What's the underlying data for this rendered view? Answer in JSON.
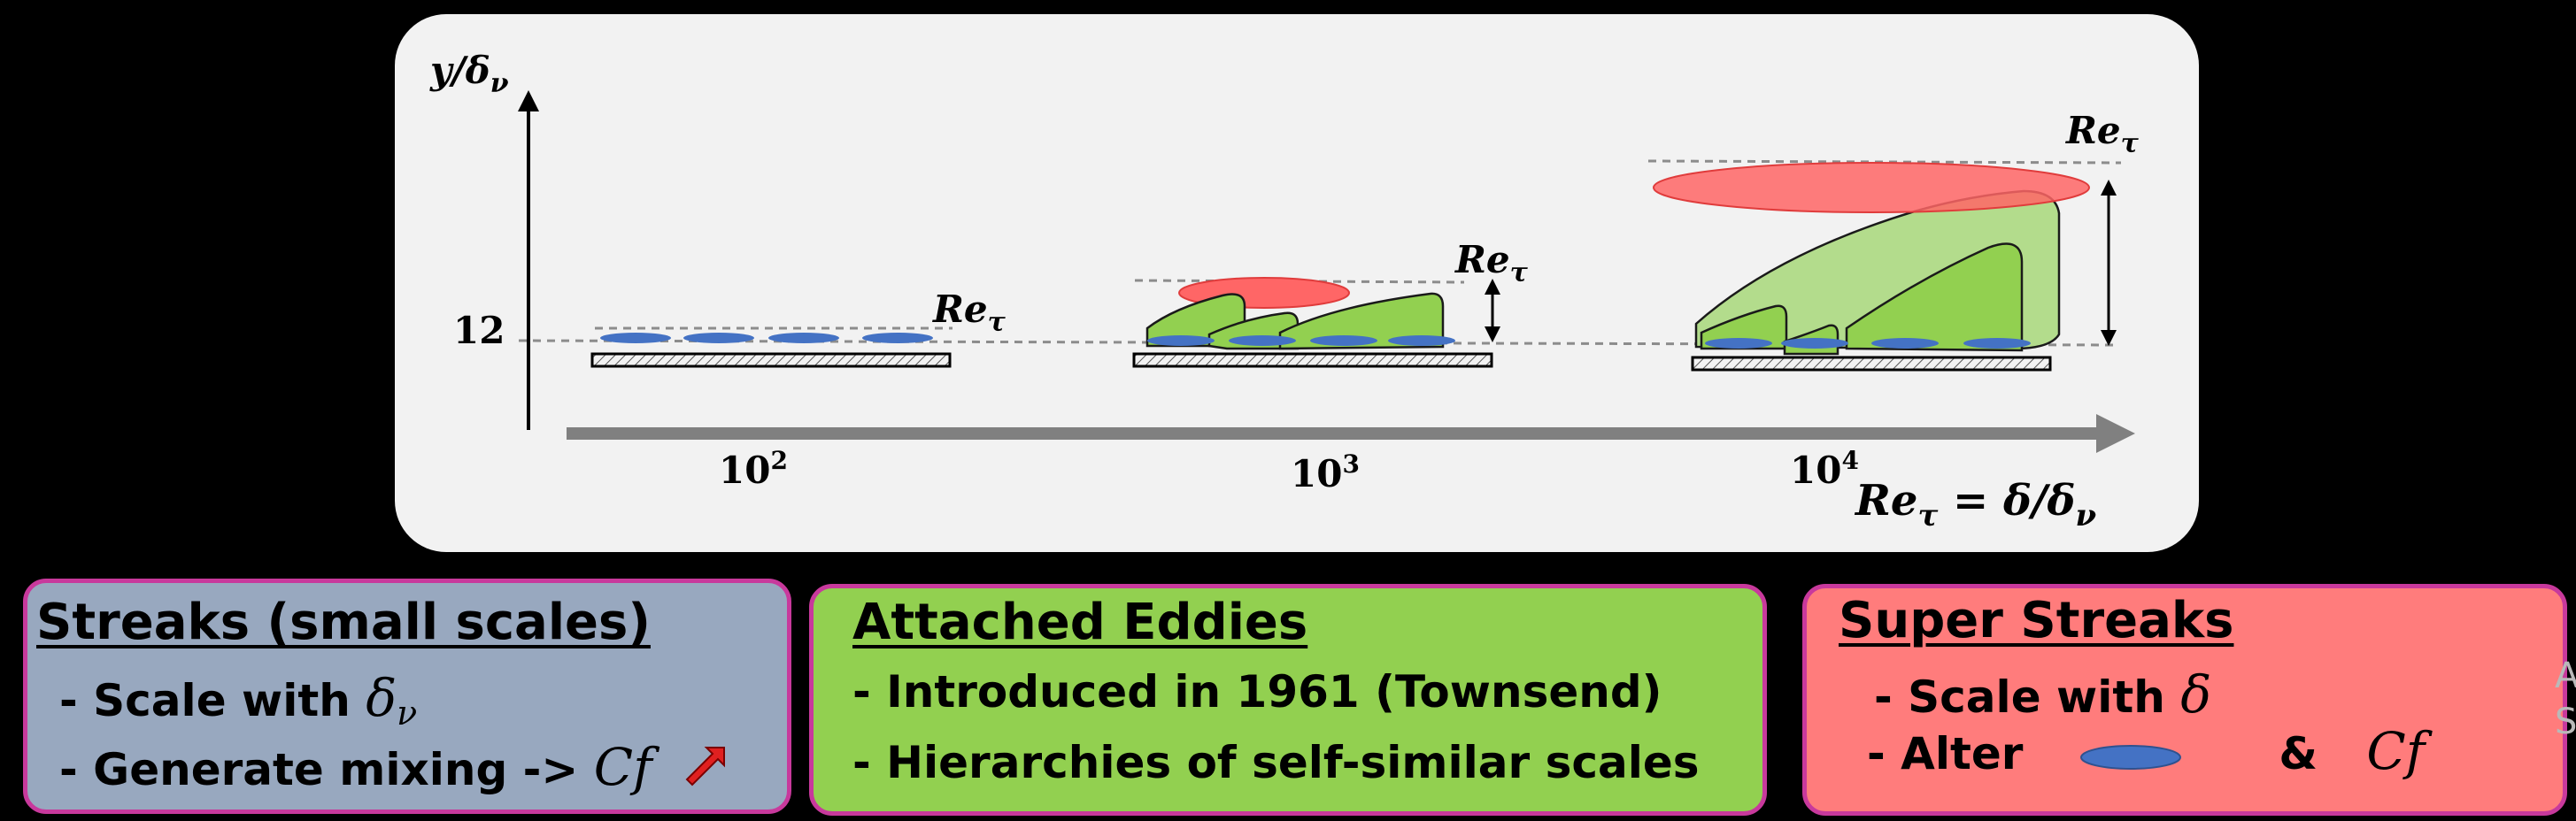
{
  "diagram": {
    "y_axis_label": {
      "main": "y/δ",
      "sub": "ν"
    },
    "y_tick": "12",
    "re_label": {
      "main": "Re",
      "sub": "τ"
    },
    "x_axis_label": {
      "lhs_main": "Re",
      "lhs_sub": "τ",
      "equals": " = δ/δ",
      "rhs_sub": "ν"
    },
    "x_ticks": [
      {
        "base": "10",
        "exp": "2"
      },
      {
        "base": "10",
        "exp": "3"
      },
      {
        "base": "10",
        "exp": "4"
      }
    ],
    "colors": {
      "streak": "#4472c4",
      "attached_eddy": "#92d050",
      "super_streak": "#ff6666",
      "axis": "#000000",
      "x_arrow": "#808080",
      "dashed": "#8c8c8c"
    }
  },
  "cards": {
    "streaks": {
      "title": "Streaks (small scales)",
      "line1_prefix": "- Scale with ",
      "line1_symbol": "δ",
      "line1_sub": "ν",
      "line2_prefix": "- Generate mixing -> ",
      "line2_symbol": "Cf",
      "color": "#98a8bf"
    },
    "eddies": {
      "title": "Attached Eddies",
      "line1": "- Introduced in 1961 (Townsend)",
      "line2": "- Hierarchies of self-similar scales",
      "color": "#92d050"
    },
    "super": {
      "title": "Super Streaks",
      "line1_prefix": "- Scale with ",
      "line1_symbol": "δ",
      "line2_prefix": "- Alter",
      "line2_amp": "&",
      "line2_symbol": "Cf",
      "color": "#ff7c7c"
    }
  },
  "edge_fragment": [
    "A",
    "S"
  ]
}
